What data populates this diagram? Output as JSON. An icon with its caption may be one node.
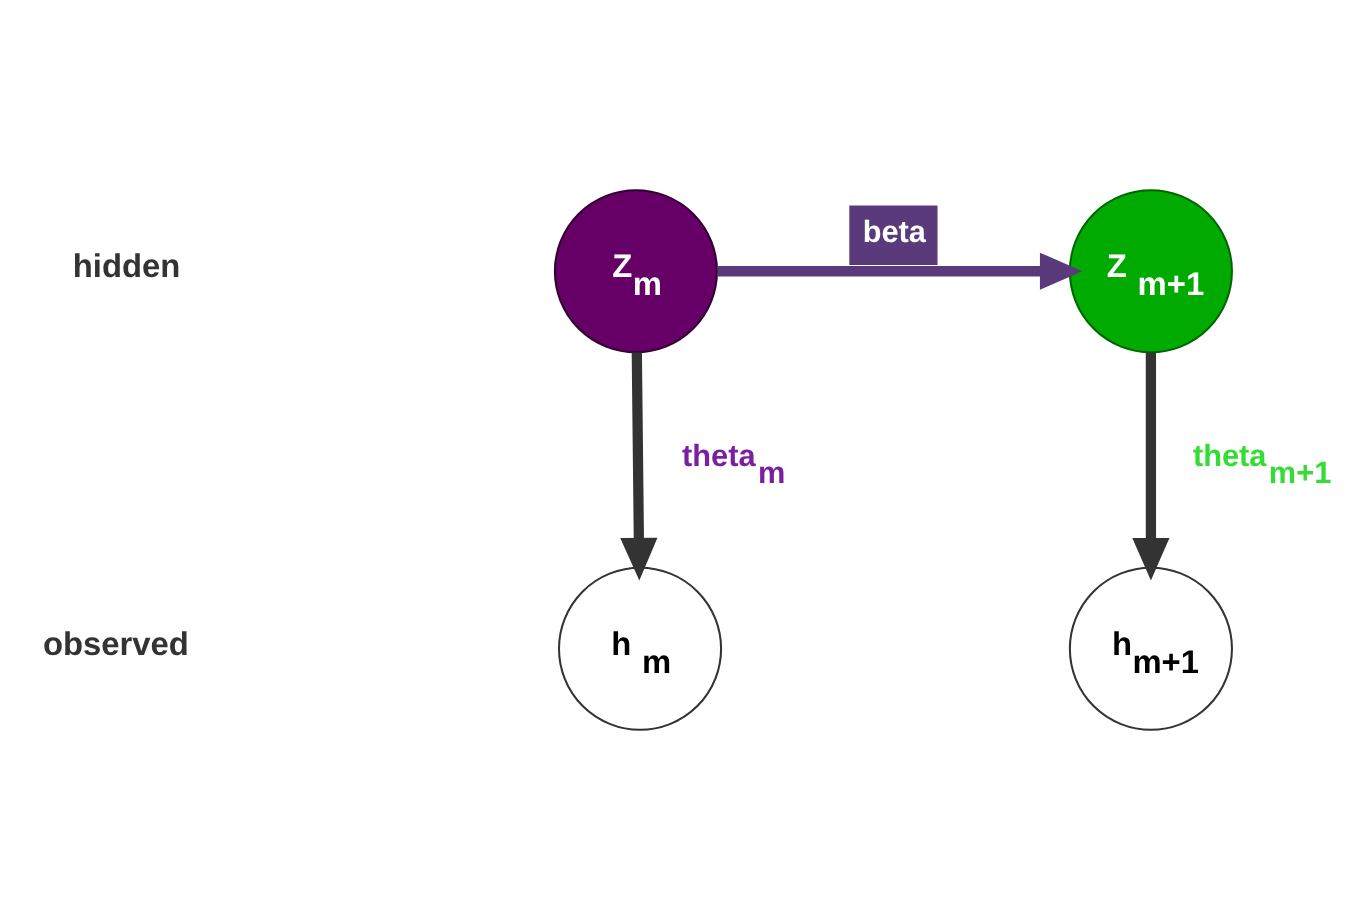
{
  "diagram": {
    "nodes": [
      {
        "text": [
          "Z$_{m}$"
        ]
      },
      {
        "text": [
          "Z $_{m+1}$"
        ]
      },
      {
        "text": [
          "h $_{m}$"
        ]
      },
      {
        "text": [
          "h$_{m+1}$"
        ]
      }
    ],
    "edges": [
      {
        "from": 0,
        "to": 1,
        "arrow": "to",
        "label": "beta",
        "color": "#5a3a7a"
      },
      {
        "from": 0,
        "to": 2,
        "arrow": "to",
        "label": "theta$_{m}$"
      },
      {
        "from": 1,
        "to": 3,
        "arrow": "to",
        "label": "theta$_{m+1}$"
      }
    ],
    "labels": [
      "hidden",
      "observed"
    ]
  }
}
